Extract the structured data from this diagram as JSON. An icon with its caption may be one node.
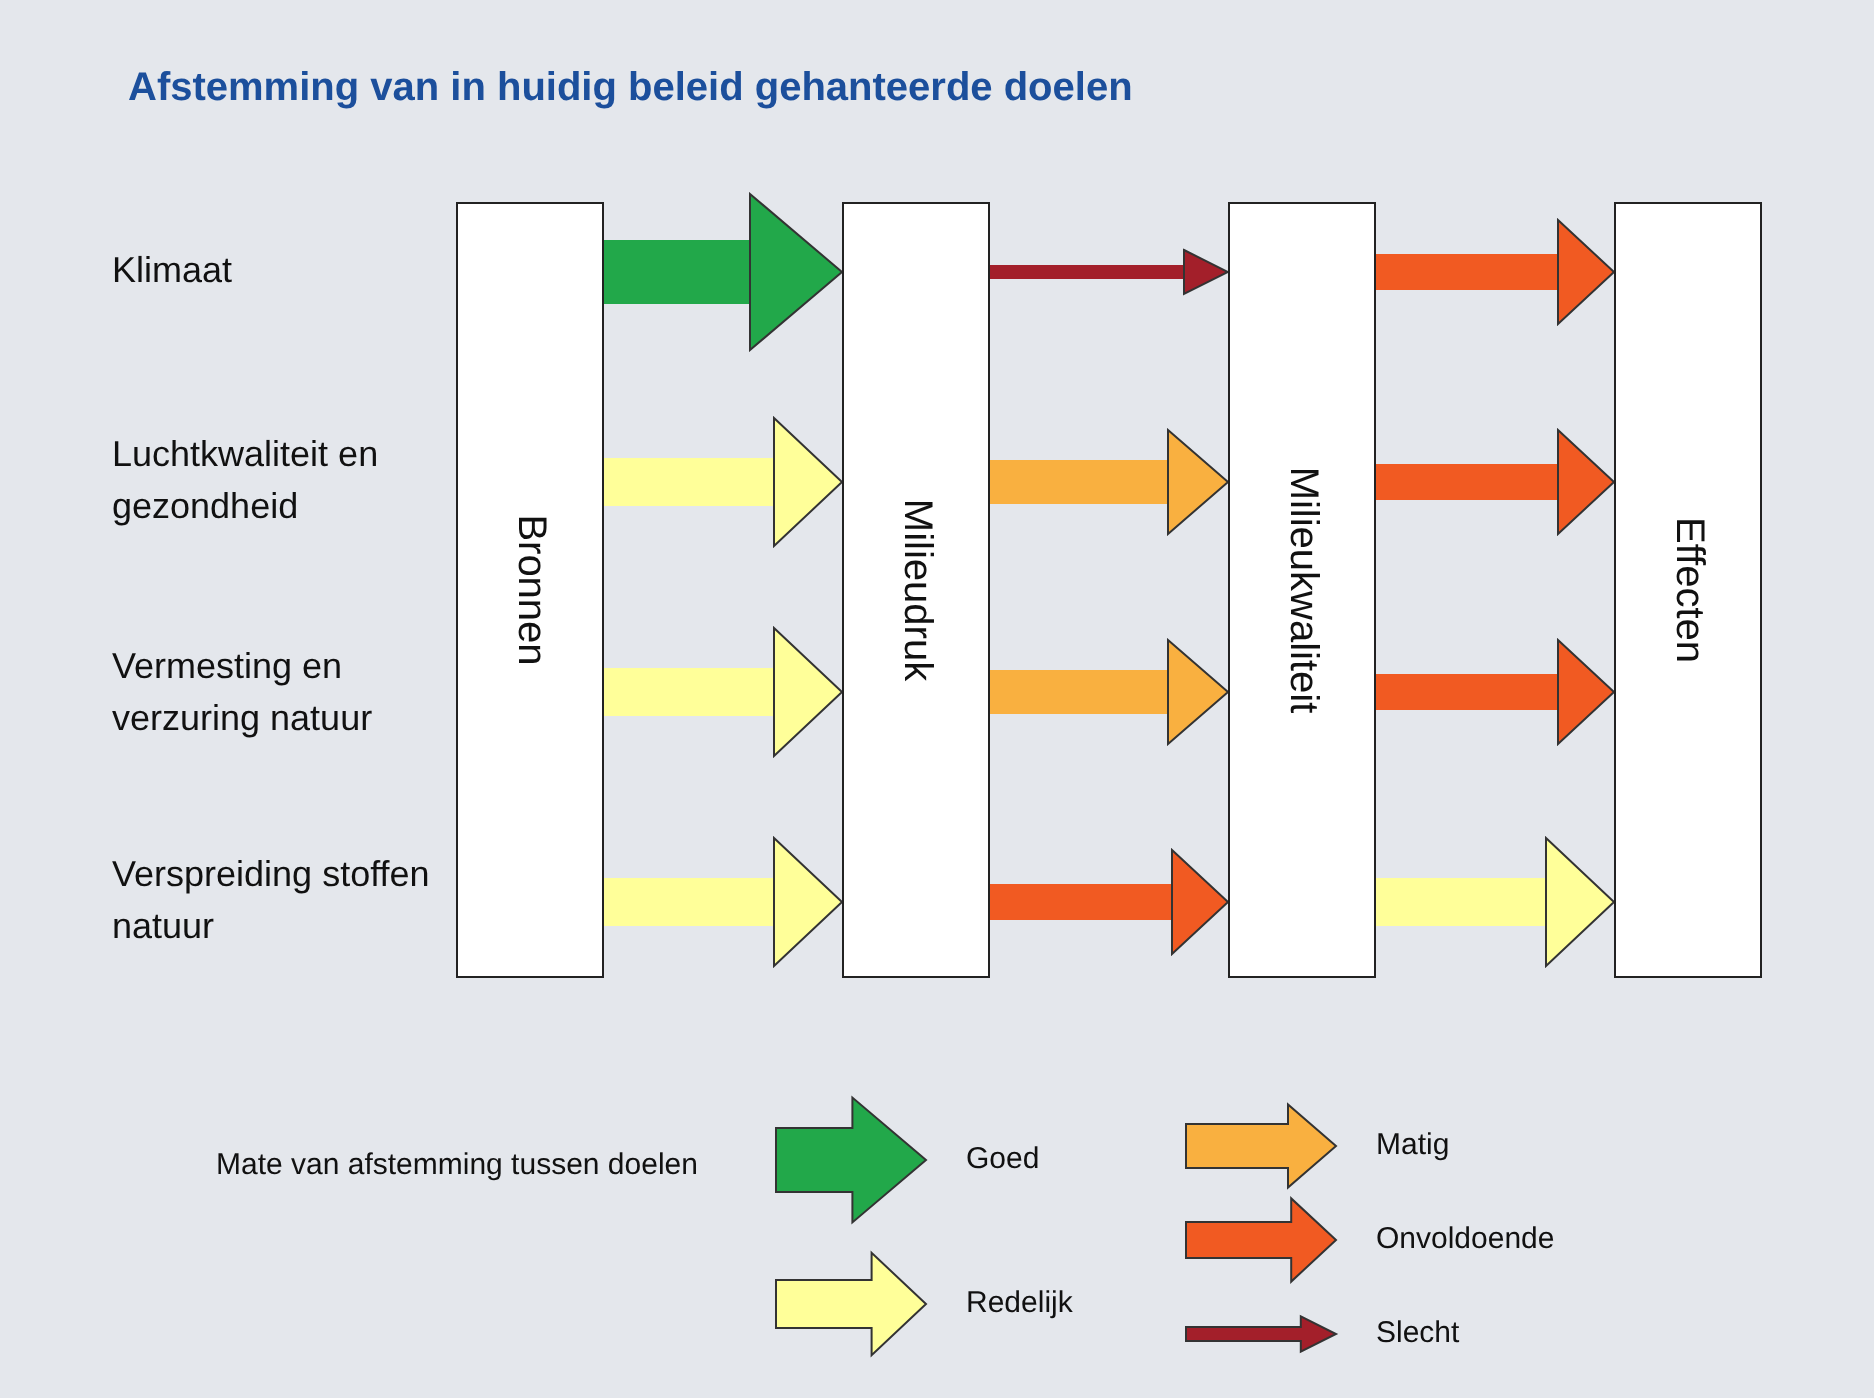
{
  "diagram": {
    "title": "Afstemming van in huidig beleid gehanteerde doelen",
    "nodes": [
      {
        "text": [
          "Bronnen"
        ]
      },
      {
        "text": [
          "Milieudruk"
        ]
      },
      {
        "text": [
          "Milieukwaliteit"
        ]
      },
      {
        "text": [
          "Effecten"
        ]
      }
    ],
    "edges": [
      {
        "from": 0,
        "to": 1,
        "arrow": "to",
        "color": "#22a84a"
      },
      {
        "from": 1,
        "to": 2,
        "arrow": "to",
        "color": "#a31f2a"
      },
      {
        "from": 2,
        "to": 3,
        "arrow": "to",
        "color": "#f15a22"
      },
      {
        "from": 0,
        "to": 1,
        "arrow": "to",
        "color": "#ffff99"
      },
      {
        "from": 1,
        "to": 2,
        "arrow": "to",
        "color": "#f9b040"
      },
      {
        "from": 2,
        "to": 3,
        "arrow": "to",
        "color": "#f15a22"
      },
      {
        "from": 0,
        "to": 1,
        "arrow": "to",
        "color": "#ffff99"
      },
      {
        "from": 1,
        "to": 2,
        "arrow": "to",
        "color": "#f9b040"
      },
      {
        "from": 2,
        "to": 3,
        "arrow": "to",
        "color": "#f15a22"
      },
      {
        "from": 0,
        "to": 1,
        "arrow": "to",
        "color": "#ffff99"
      },
      {
        "from": 1,
        "to": 2,
        "arrow": "to",
        "color": "#f15a22"
      },
      {
        "from": 2,
        "to": 3,
        "arrow": "to",
        "color": "#ffff99"
      }
    ],
    "labels": [
      "Klimaat",
      "Luchtkwaliteit en gezondheid",
      "Vermesting en verzuring natuur",
      "Verspreiding stoffen natuur",
      "Mate van afstemming tussen doelen"
    ],
    "legend": [
      {
        "text": "Goed",
        "color": "#22a84a"
      },
      {
        "text": "Redelijk",
        "color": "#ffff99"
      },
      {
        "text": "Matig",
        "color": "#f9b040"
      },
      {
        "text": "Onvoldoende",
        "color": "#f15a22"
      },
      {
        "text": "Slecht",
        "color": "#a31f2a"
      }
    ]
  }
}
